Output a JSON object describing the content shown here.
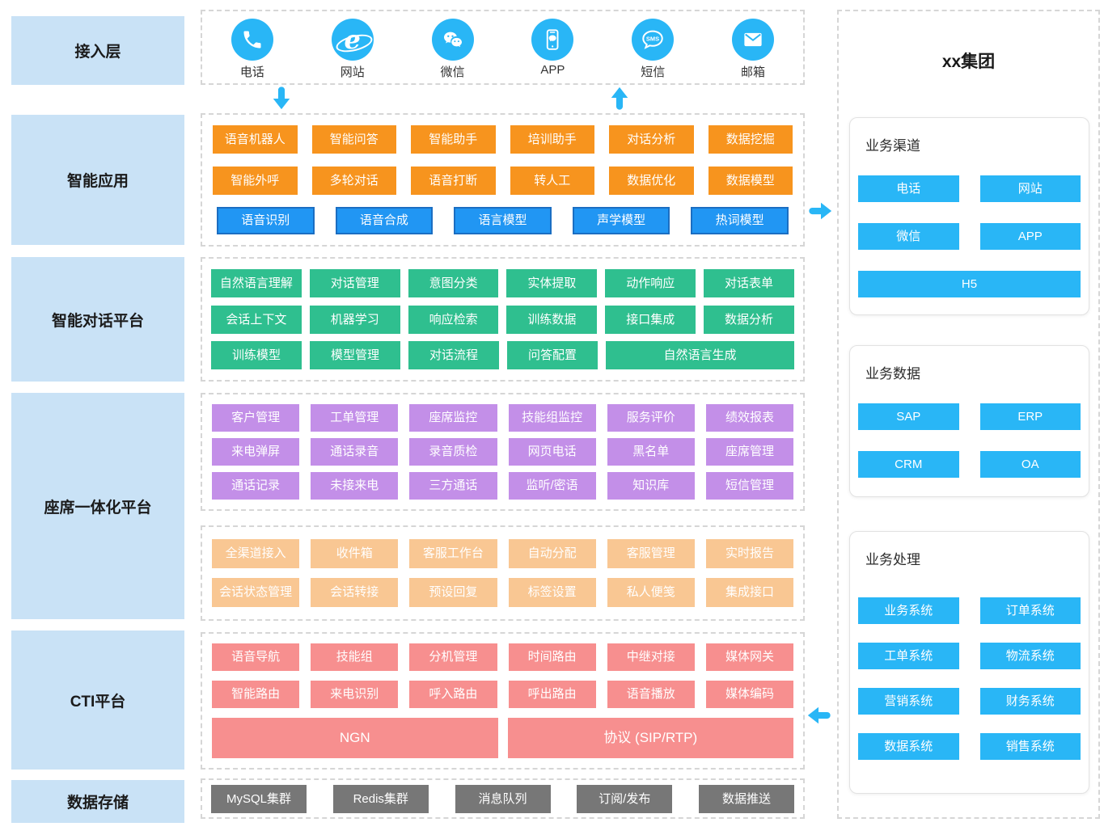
{
  "colors": {
    "accent_cyan": "#29b6f6",
    "layer_label_bg": "#c9e2f6",
    "orange": "#f7941e",
    "tech_blue": "#2196f3",
    "tech_blue_border": "#1b6ec2",
    "green": "#2fbf8f",
    "purple": "#c38fe8",
    "light_orange": "#f9c793",
    "pink": "#f78f8f",
    "gray": "#777777"
  },
  "layers": [
    {
      "label": "接入层"
    },
    {
      "label": "智能应用"
    },
    {
      "label": "智能对话平台"
    },
    {
      "label": "座席一体化平台"
    },
    {
      "label": "CTI平台"
    },
    {
      "label": "数据存储"
    }
  ],
  "access_channels": [
    {
      "label": "电话",
      "icon": "phone-icon"
    },
    {
      "label": "网站",
      "icon": "ie-browser-icon"
    },
    {
      "label": "微信",
      "icon": "wechat-icon"
    },
    {
      "label": "APP",
      "icon": "app-icon"
    },
    {
      "label": "短信",
      "icon": "sms-icon"
    },
    {
      "label": "邮箱",
      "icon": "mail-icon"
    }
  ],
  "intelligent_app": {
    "orange_rows": [
      [
        "语音机器人",
        "智能问答",
        "智能助手",
        "培训助手",
        "对话分析",
        "数据挖掘"
      ],
      [
        "智能外呼",
        "多轮对话",
        "语音打断",
        "转人工",
        "数据优化",
        "数据模型"
      ]
    ],
    "tech_row": [
      "语音识别",
      "语音合成",
      "语言模型",
      "声学模型",
      "热词模型"
    ]
  },
  "dialog_platform": {
    "rows": [
      [
        "自然语言理解",
        "对话管理",
        "意图分类",
        "实体提取",
        "动作响应",
        "对话表单"
      ],
      [
        "会话上下文",
        "机器学习",
        "响应检索",
        "训练数据",
        "接口集成",
        "数据分析"
      ],
      [
        "训练模型",
        "模型管理",
        "对话流程",
        "问答配置",
        "自然语言生成"
      ]
    ]
  },
  "agent_platform": {
    "purple_rows": [
      [
        "客户管理",
        "工单管理",
        "座席监控",
        "技能组监控",
        "服务评价",
        "绩效报表"
      ],
      [
        "来电弹屏",
        "通话录音",
        "录音质检",
        "网页电话",
        "黑名单",
        "座席管理"
      ],
      [
        "通话记录",
        "未接来电",
        "三方通话",
        "监听/密语",
        "知识库",
        "短信管理"
      ]
    ],
    "service_rows": [
      [
        "全渠道接入",
        "收件箱",
        "客服工作台",
        "自动分配",
        "客服管理",
        "实时报告"
      ],
      [
        "会话状态管理",
        "会话转接",
        "预设回复",
        "标签设置",
        "私人便笺",
        "集成接口"
      ]
    ]
  },
  "cti_platform": {
    "rows": [
      [
        "语音导航",
        "技能组",
        "分机管理",
        "时间路由",
        "中继对接",
        "媒体网关"
      ],
      [
        "智能路由",
        "来电识别",
        "呼入路由",
        "呼出路由",
        "语音播放",
        "媒体编码"
      ]
    ],
    "base_row": [
      "NGN",
      "协议 (SIP/RTP)"
    ]
  },
  "data_storage": [
    "MySQL集群",
    "Redis集群",
    "消息队列",
    "订阅/发布",
    "数据推送"
  ],
  "group_panel": {
    "title": "xx集团",
    "sections": [
      {
        "title": "业务渠道",
        "buttons": [
          "电话",
          "网站",
          "微信",
          "APP"
        ],
        "full_width_button": "H5"
      },
      {
        "title": "业务数据",
        "buttons": [
          "SAP",
          "ERP",
          "CRM",
          "OA"
        ]
      },
      {
        "title": "业务处理",
        "buttons": [
          "业务系统",
          "订单系统",
          "工单系统",
          "物流系统",
          "营销系统",
          "财务系统",
          "数据系统",
          "销售系统"
        ]
      }
    ]
  }
}
